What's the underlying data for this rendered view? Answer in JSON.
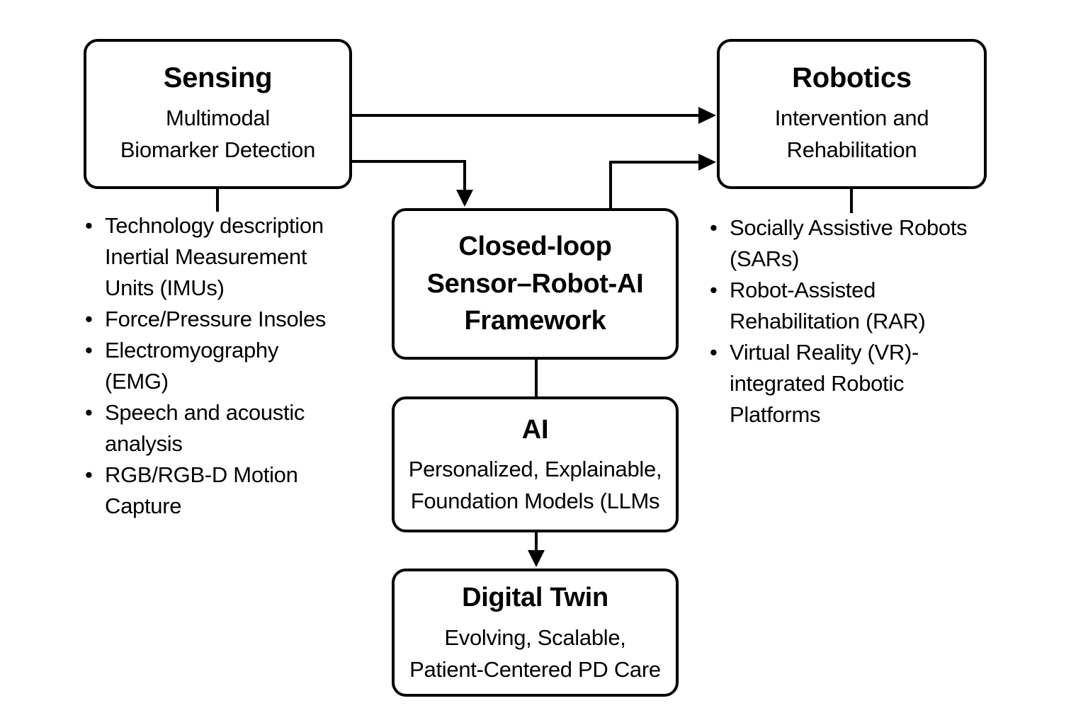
{
  "boxes": {
    "sensing": {
      "title": "Sensing",
      "subtitle": "Multimodal\nBiomarker Detection"
    },
    "robotics": {
      "title": "Robotics",
      "subtitle": "Intervention and\nRehabilitation"
    },
    "framework": {
      "title": "Closed-loop\nSensor–Robot-AI\nFramework"
    },
    "ai": {
      "title": "AI",
      "subtitle": "Personalized, Explainable,\nFoundation Models (LLMs"
    },
    "digital_twin": {
      "title": "Digital Twin",
      "subtitle": "Evolving, Scalable,\nPatient-Centered PD Care"
    }
  },
  "left_list": {
    "items": [
      "Technology description\nInertial Measurement\nUnits (IMUs)",
      "Force/Pressure Insoles",
      "Electromyography\n(EMG)",
      "Speech and acoustic\nanalysis",
      "RGB/RGB-D Motion\nCapture"
    ]
  },
  "right_list": {
    "items": [
      "Socially Assistive Robots\n(SARs)",
      "Robot-Assisted\nRehabilitation (RAR)",
      "Virtual Reality (VR)-\nintegrated Robotic\nPlatforms"
    ]
  },
  "icons": {
    "bullet": "•"
  },
  "colors": {
    "stroke": "#000000",
    "background": "#ffffff",
    "text": "#000000"
  }
}
